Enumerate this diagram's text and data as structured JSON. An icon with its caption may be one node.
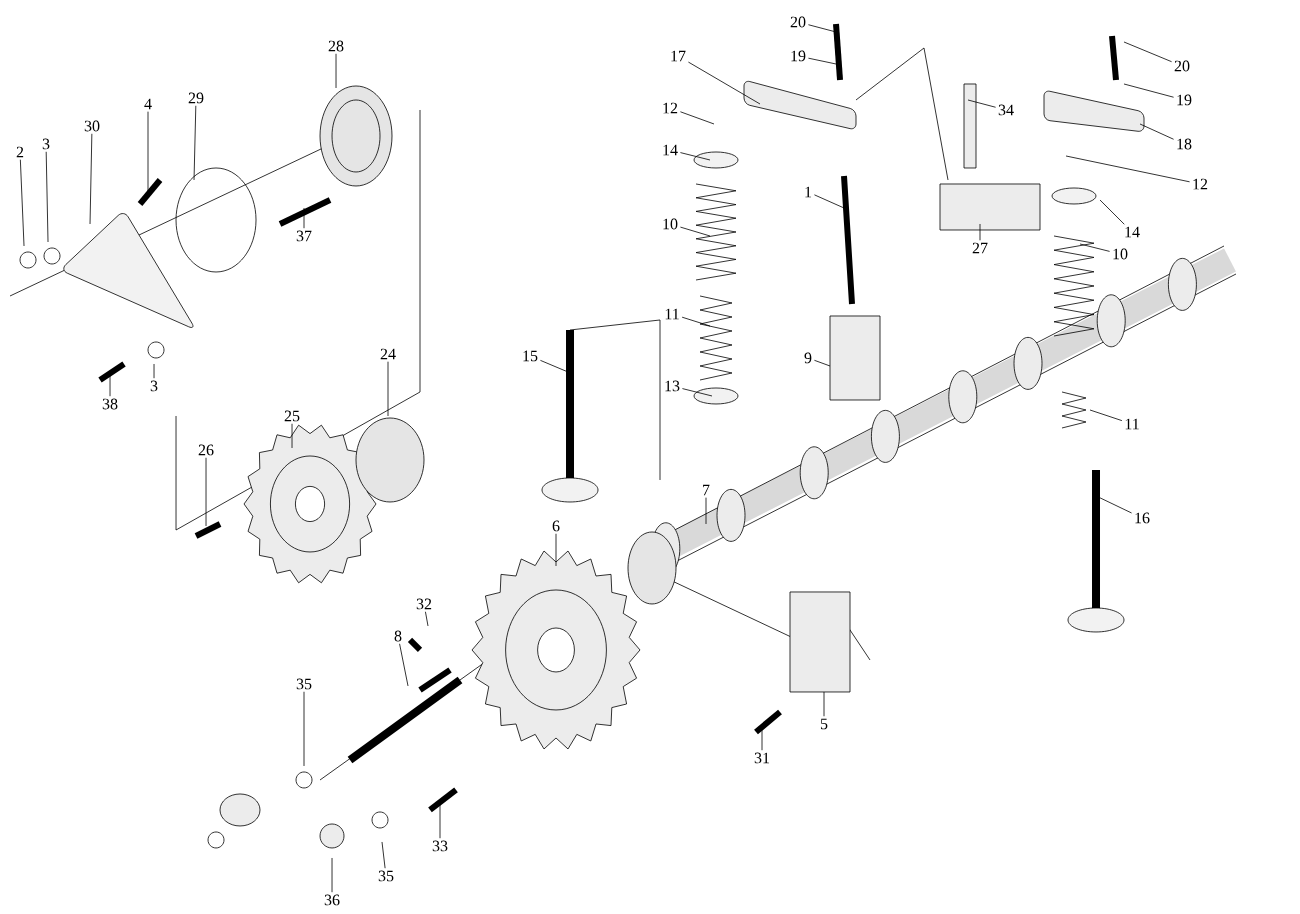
{
  "diagram": {
    "nodes": [
      {
        "text": [
          "2"
        ]
      },
      {
        "text": [
          "3"
        ]
      },
      {
        "text": [
          "30"
        ]
      },
      {
        "text": [
          "4"
        ]
      },
      {
        "text": [
          "29"
        ]
      },
      {
        "text": [
          "28"
        ]
      },
      {
        "text": [
          "37"
        ]
      },
      {
        "text": [
          "3"
        ]
      },
      {
        "text": [
          "38"
        ]
      },
      {
        "text": [
          "24"
        ]
      },
      {
        "text": [
          "25"
        ]
      },
      {
        "text": [
          "26"
        ]
      },
      {
        "text": [
          "15"
        ]
      },
      {
        "text": [
          "17"
        ]
      },
      {
        "text": [
          "20"
        ]
      },
      {
        "text": [
          "19"
        ]
      },
      {
        "text": [
          "12"
        ]
      },
      {
        "text": [
          "14"
        ]
      },
      {
        "text": [
          "10"
        ]
      },
      {
        "text": [
          "1"
        ]
      },
      {
        "text": [
          "11"
        ]
      },
      {
        "text": [
          "13"
        ]
      },
      {
        "text": [
          "9"
        ]
      },
      {
        "text": [
          "34"
        ]
      },
      {
        "text": [
          "20"
        ]
      },
      {
        "text": [
          "19"
        ]
      },
      {
        "text": [
          "18"
        ]
      },
      {
        "text": [
          "12"
        ]
      },
      {
        "text": [
          "14"
        ]
      },
      {
        "text": [
          "27"
        ]
      },
      {
        "text": [
          "10"
        ]
      },
      {
        "text": [
          "11"
        ]
      },
      {
        "text": [
          "16"
        ]
      },
      {
        "text": [
          "7"
        ]
      },
      {
        "text": [
          "6"
        ]
      },
      {
        "text": [
          "32"
        ]
      },
      {
        "text": [
          "8"
        ]
      },
      {
        "text": [
          "35"
        ]
      },
      {
        "text": [
          "35"
        ]
      },
      {
        "text": [
          "36"
        ]
      },
      {
        "text": [
          "33"
        ]
      },
      {
        "text": [
          "31"
        ]
      },
      {
        "text": [
          "5"
        ]
      }
    ],
    "edges": [
      {
        "from": 0,
        "to": null,
        "arrow": "none"
      },
      {
        "from": 1,
        "to": null,
        "arrow": "none"
      },
      {
        "from": 2,
        "to": null,
        "arrow": "none"
      },
      {
        "from": 3,
        "to": null,
        "arrow": "none"
      },
      {
        "from": 4,
        "to": null,
        "arrow": "none"
      },
      {
        "from": 5,
        "to": null,
        "arrow": "none"
      },
      {
        "from": 6,
        "to": null,
        "arrow": "none"
      },
      {
        "from": 7,
        "to": null,
        "arrow": "none"
      },
      {
        "from": 8,
        "to": null,
        "arrow": "none"
      },
      {
        "from": 9,
        "to": null,
        "arrow": "none"
      },
      {
        "from": 10,
        "to": null,
        "arrow": "none"
      },
      {
        "from": 11,
        "to": null,
        "arrow": "none"
      },
      {
        "from": 12,
        "to": null,
        "arrow": "none"
      },
      {
        "from": 13,
        "to": null,
        "arrow": "none"
      },
      {
        "from": 14,
        "to": null,
        "arrow": "none"
      },
      {
        "from": 15,
        "to": null,
        "arrow": "none"
      },
      {
        "from": 16,
        "to": null,
        "arrow": "none"
      },
      {
        "from": 17,
        "to": null,
        "arrow": "none"
      },
      {
        "from": 18,
        "to": null,
        "arrow": "none"
      },
      {
        "from": 19,
        "to": null,
        "arrow": "none"
      },
      {
        "from": 20,
        "to": null,
        "arrow": "none"
      },
      {
        "from": 21,
        "to": null,
        "arrow": "none"
      },
      {
        "from": 22,
        "to": null,
        "arrow": "none"
      },
      {
        "from": 23,
        "to": null,
        "arrow": "none"
      },
      {
        "from": 24,
        "to": null,
        "arrow": "none"
      },
      {
        "from": 25,
        "to": null,
        "arrow": "none"
      },
      {
        "from": 26,
        "to": null,
        "arrow": "none"
      },
      {
        "from": 27,
        "to": null,
        "arrow": "none"
      },
      {
        "from": 28,
        "to": null,
        "arrow": "none"
      },
      {
        "from": 29,
        "to": null,
        "arrow": "none"
      },
      {
        "from": 30,
        "to": null,
        "arrow": "none"
      },
      {
        "from": 31,
        "to": null,
        "arrow": "none"
      },
      {
        "from": 32,
        "to": null,
        "arrow": "none"
      },
      {
        "from": 33,
        "to": null,
        "arrow": "none"
      },
      {
        "from": 34,
        "to": null,
        "arrow": "none"
      },
      {
        "from": 35,
        "to": null,
        "arrow": "none"
      },
      {
        "from": 36,
        "to": null,
        "arrow": "none"
      },
      {
        "from": 37,
        "to": null,
        "arrow": "none"
      },
      {
        "from": 38,
        "to": null,
        "arrow": "none"
      },
      {
        "from": 39,
        "to": null,
        "arrow": "none"
      },
      {
        "from": 40,
        "to": null,
        "arrow": "none"
      },
      {
        "from": 41,
        "to": null,
        "arrow": "none"
      },
      {
        "from": 42,
        "to": null,
        "arrow": "none"
      }
    ]
  }
}
